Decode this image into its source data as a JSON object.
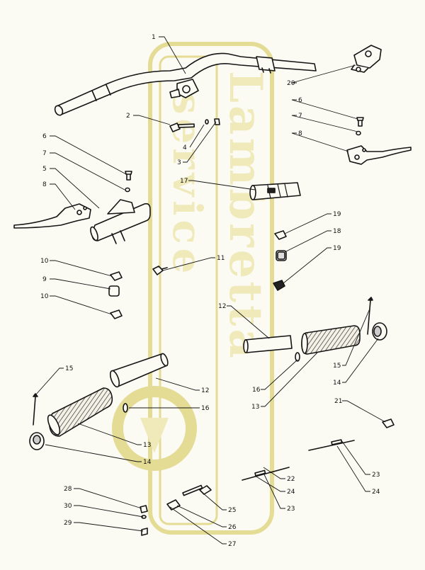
{
  "watermark": {
    "brand": "Lambretta",
    "sub": "service",
    "color": "#efe9b5",
    "outline_color": "#e2d98a"
  },
  "colors": {
    "ink": "#151515",
    "paper": "#fbfaf3",
    "hatch": "#555555"
  },
  "callouts": [
    {
      "id": "c1",
      "label": "1"
    },
    {
      "id": "c2",
      "label": "2"
    },
    {
      "id": "c3",
      "label": "3"
    },
    {
      "id": "c4",
      "label": "4"
    },
    {
      "id": "c5",
      "label": "5"
    },
    {
      "id": "c6a",
      "label": "6"
    },
    {
      "id": "c6b",
      "label": "6"
    },
    {
      "id": "c7a",
      "label": "7"
    },
    {
      "id": "c7b",
      "label": "7"
    },
    {
      "id": "c8a",
      "label": "8"
    },
    {
      "id": "c8b",
      "label": "8"
    },
    {
      "id": "c9",
      "label": "9"
    },
    {
      "id": "c10a",
      "label": "10"
    },
    {
      "id": "c10b",
      "label": "10"
    },
    {
      "id": "c11",
      "label": "11"
    },
    {
      "id": "c12a",
      "label": "12"
    },
    {
      "id": "c12b",
      "label": "12"
    },
    {
      "id": "c13a",
      "label": "13"
    },
    {
      "id": "c13b",
      "label": "13"
    },
    {
      "id": "c14a",
      "label": "14"
    },
    {
      "id": "c14b",
      "label": "14"
    },
    {
      "id": "c15a",
      "label": "15"
    },
    {
      "id": "c15b",
      "label": "15"
    },
    {
      "id": "c16a",
      "label": "16"
    },
    {
      "id": "c16b",
      "label": "16"
    },
    {
      "id": "c17",
      "label": "17"
    },
    {
      "id": "c18",
      "label": "18"
    },
    {
      "id": "c19a",
      "label": "19"
    },
    {
      "id": "c19b",
      "label": "19"
    },
    {
      "id": "c20",
      "label": "20"
    },
    {
      "id": "c21",
      "label": "21"
    },
    {
      "id": "c22",
      "label": "22"
    },
    {
      "id": "c23a",
      "label": "23"
    },
    {
      "id": "c23b",
      "label": "23"
    },
    {
      "id": "c24a",
      "label": "24"
    },
    {
      "id": "c24b",
      "label": "24"
    },
    {
      "id": "c25",
      "label": "25"
    },
    {
      "id": "c26",
      "label": "26"
    },
    {
      "id": "c27",
      "label": "27"
    },
    {
      "id": "c28",
      "label": "28"
    },
    {
      "id": "c29",
      "label": "29"
    },
    {
      "id": "c30",
      "label": "30"
    }
  ]
}
